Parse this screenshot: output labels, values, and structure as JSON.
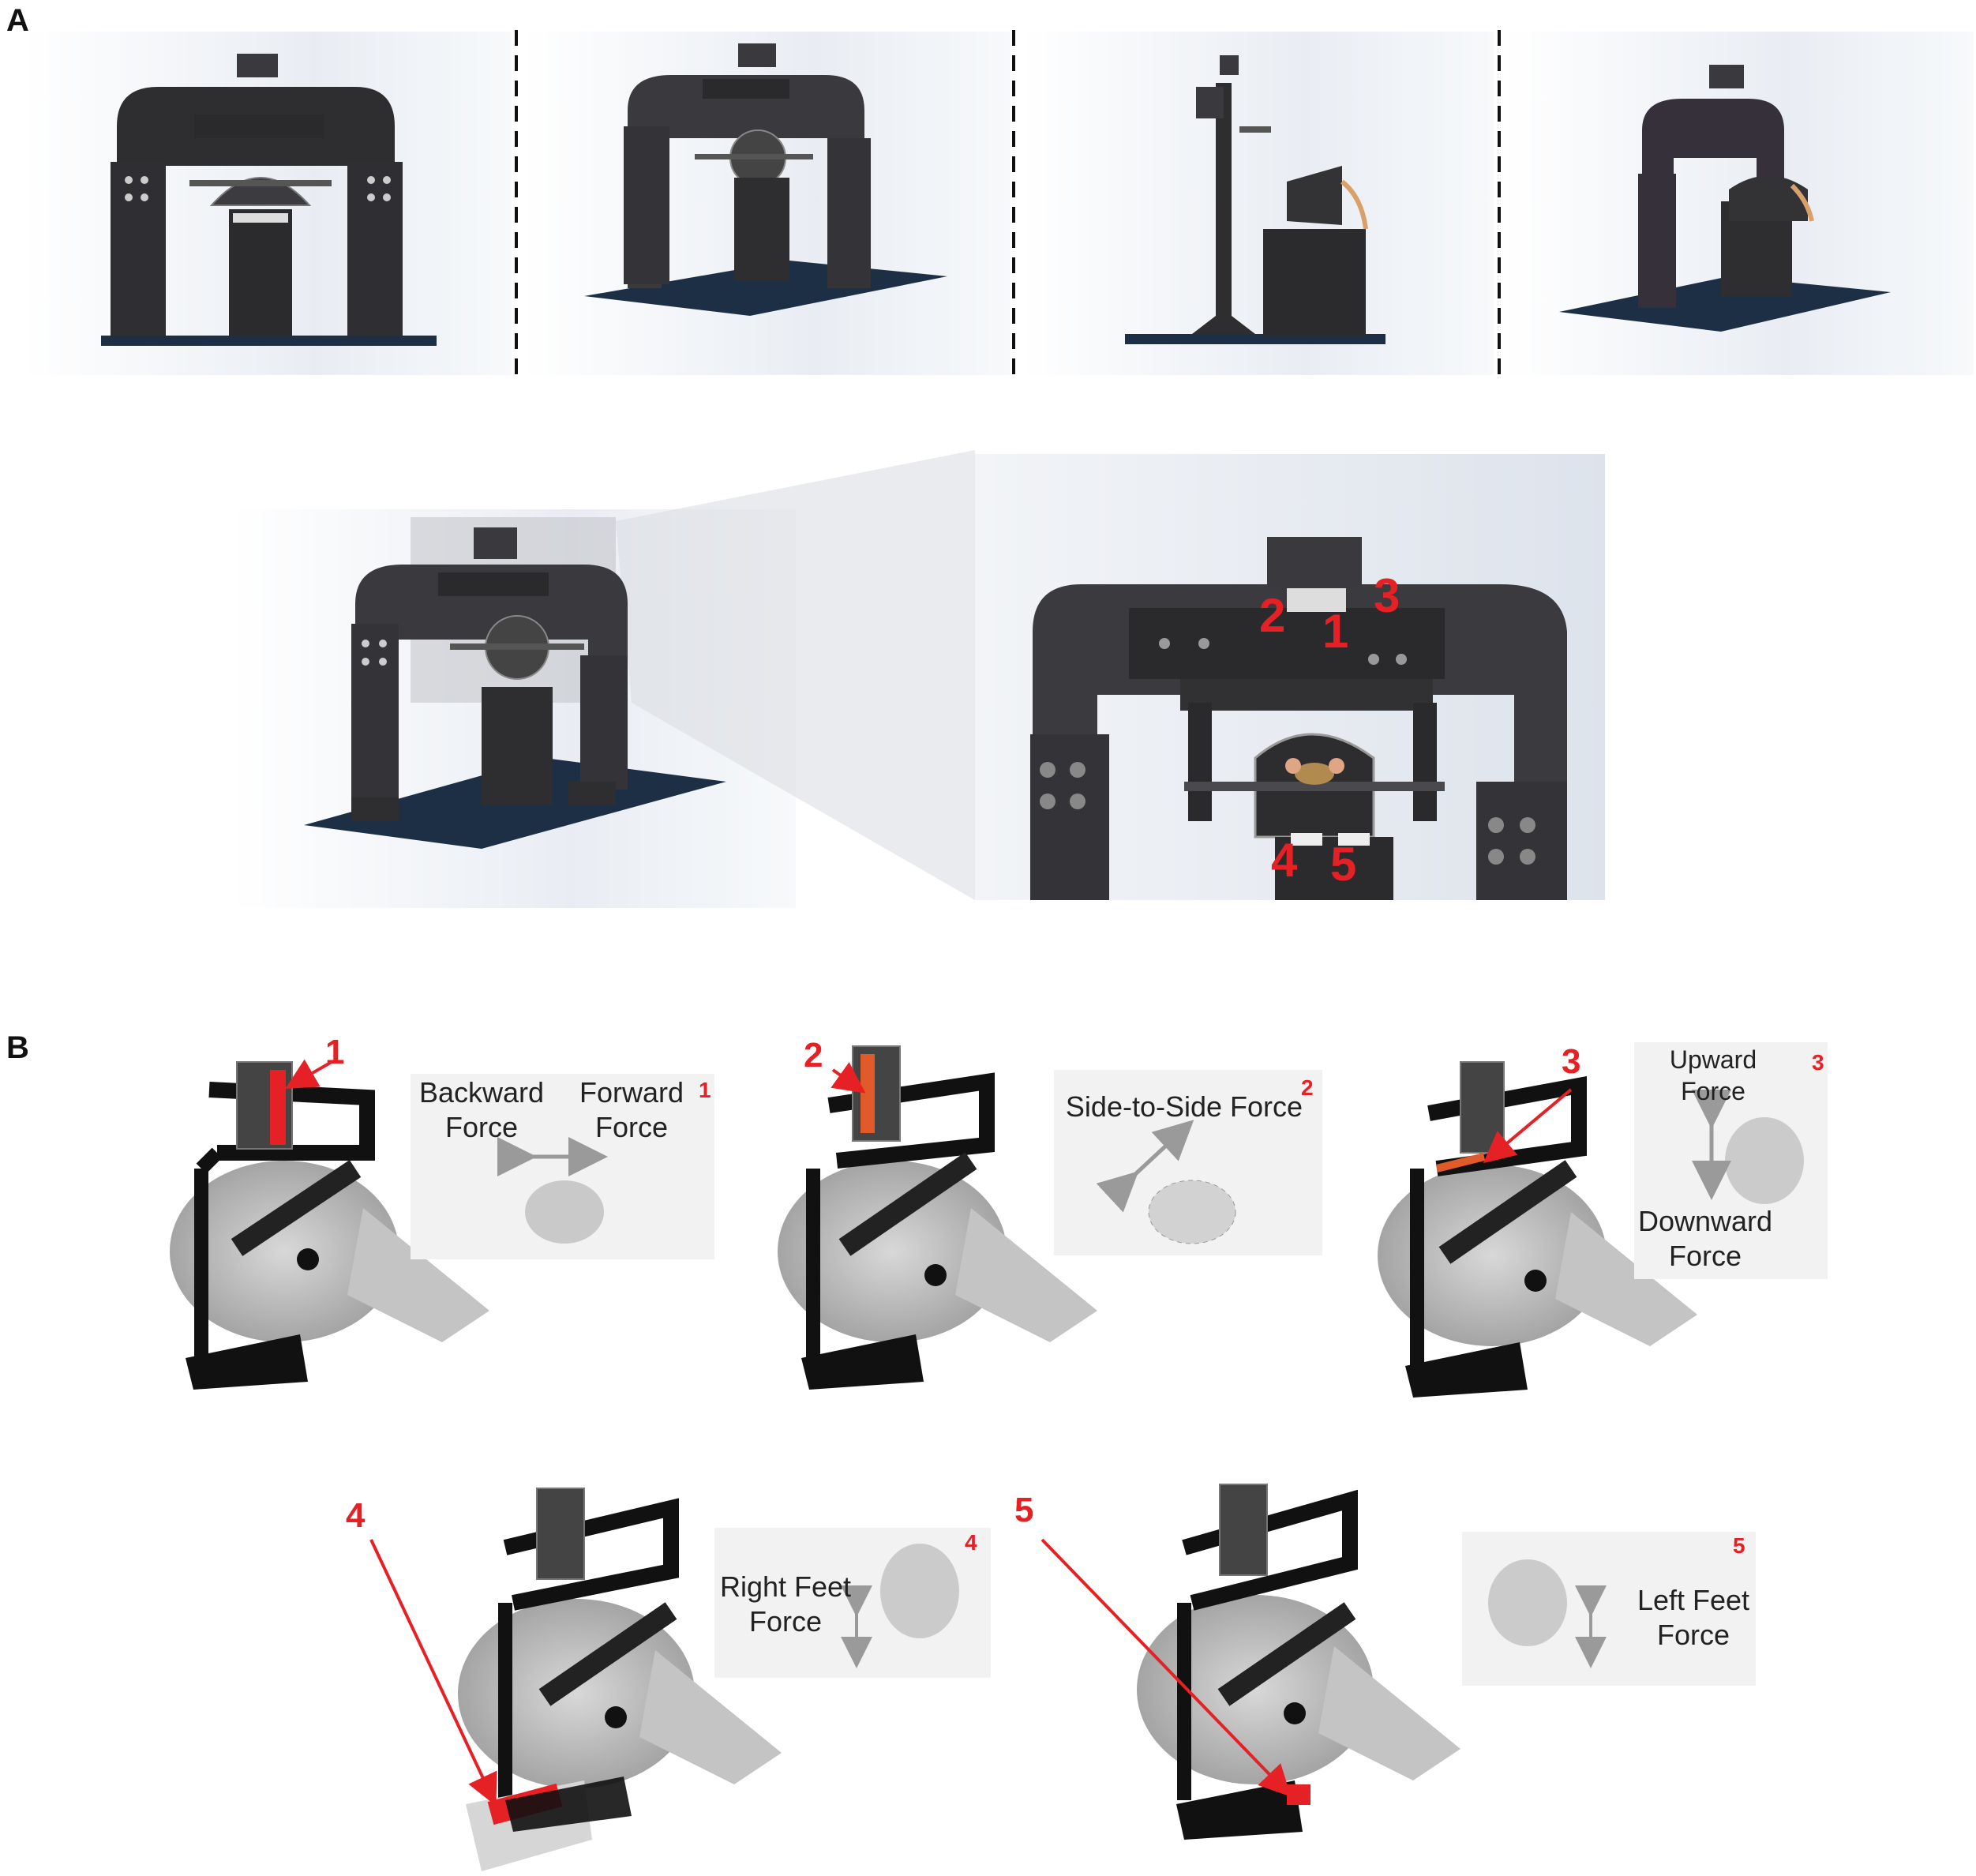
{
  "panels": {
    "a": {
      "letter": "A"
    },
    "b": {
      "letter": "B"
    }
  },
  "zoom_callouts": [
    "2",
    "1",
    "3",
    "4",
    "5"
  ],
  "sensors": [
    {
      "number": "1",
      "label_line1": "Backward",
      "label_line2": "Force",
      "label_line3": "Forward",
      "label_line4": "Force",
      "superscript": "1"
    },
    {
      "number": "2",
      "label_line1": "Side-to-Side Force",
      "superscript": "2"
    },
    {
      "number": "3",
      "label_line1": "Upward",
      "label_line2": "Force",
      "label_line3": "Downward",
      "label_line4": "Force",
      "superscript": "3"
    },
    {
      "number": "4",
      "label_line1": "Right Feet",
      "label_line2": "Force",
      "superscript": "4"
    },
    {
      "number": "5",
      "label_line1": "Left Feet",
      "label_line2": "Force",
      "superscript": "5"
    }
  ],
  "colors": {
    "callout_red": "#e52125",
    "frame_dark": "#2e2e31",
    "baseplate_blue": "#1d2f45",
    "render_bg": "#e8ecf2"
  }
}
